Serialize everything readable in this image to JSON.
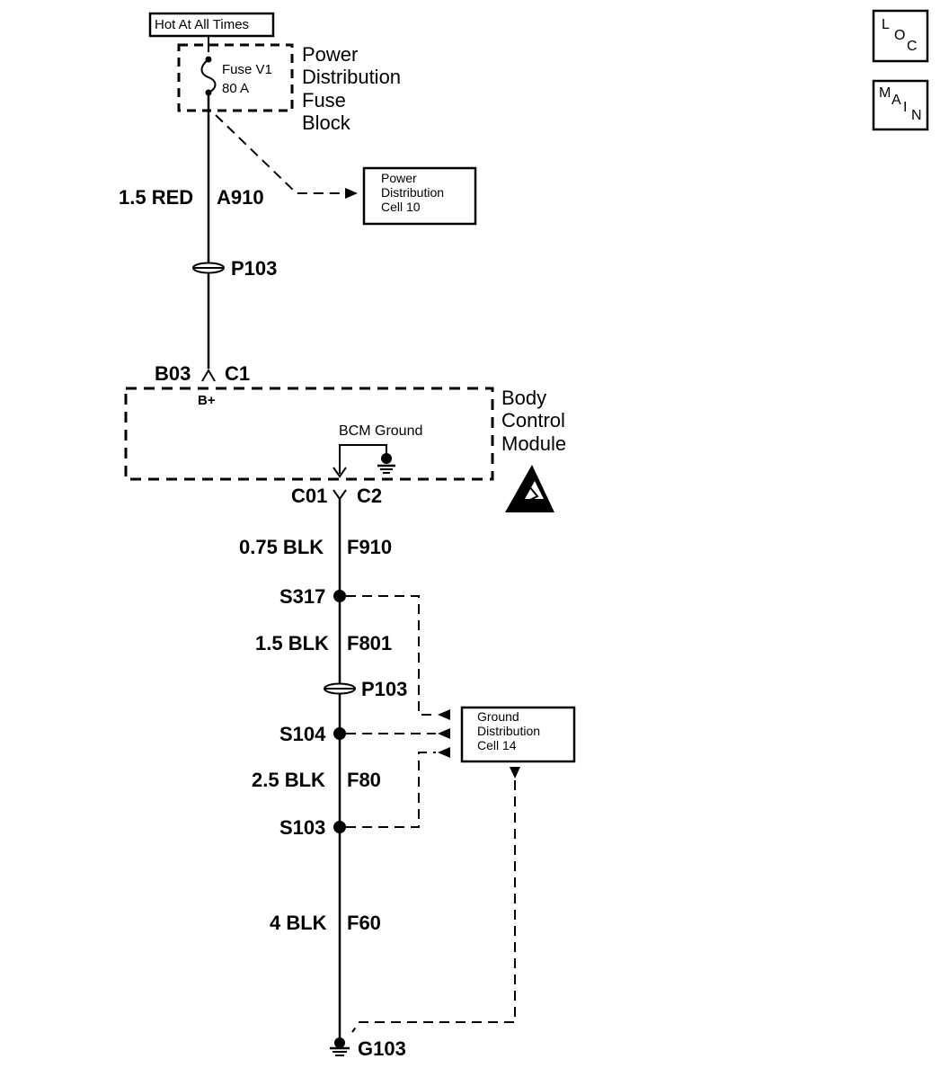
{
  "hot_label": "Hot At All Times",
  "fuse": {
    "name": "Fuse V1",
    "rating": "80 A"
  },
  "fuse_block_label": [
    "Power",
    "Distribution",
    "Fuse",
    "Block"
  ],
  "power_dist_cell": [
    "Power",
    "Distribution",
    "Cell 10"
  ],
  "wire_a910": {
    "gauge": "1.5 RED",
    "circuit": "A910"
  },
  "connector_p103_top": "P103",
  "bcm_conn_c1": {
    "pin": "B03",
    "connector": "C1",
    "terminal": "B+"
  },
  "bcm_label": [
    "Body",
    "Control",
    "Module"
  ],
  "bcm_ground_label": "BCM Ground",
  "bcm_conn_c2": {
    "pin": "C01",
    "connector": "C2"
  },
  "wire_f910": {
    "gauge": "0.75 BLK",
    "circuit": "F910"
  },
  "splice_s317": "S317",
  "wire_f801": {
    "gauge": "1.5 BLK",
    "circuit": "F801"
  },
  "connector_p103_bottom": "P103",
  "splice_s104": "S104",
  "wire_f80": {
    "gauge": "2.5 BLK",
    "circuit": "F80"
  },
  "splice_s103": "S103",
  "wire_f60": {
    "gauge": "4 BLK",
    "circuit": "F60"
  },
  "ground_g103": "G103",
  "ground_dist_cell": [
    "Ground",
    "Distribution",
    "Cell 14"
  ],
  "loc_icon": [
    "L",
    "O",
    "C"
  ],
  "main_icon": [
    "M",
    "A",
    "I",
    "N"
  ]
}
